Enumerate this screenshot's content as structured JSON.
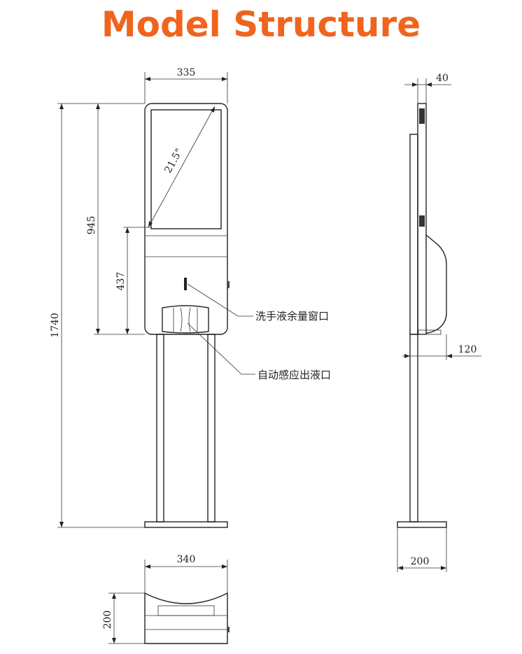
{
  "title": "Model Structure",
  "dimensions": {
    "front_width": "335",
    "total_height": "1740",
    "screen_top_height": "945",
    "dispenser_height": "437",
    "screen_diagonal": "21.5\"",
    "side_depth": "40",
    "side_dispenser_depth": "120",
    "side_base_width": "200",
    "base_width": "340",
    "base_depth": "200"
  },
  "labels": {
    "liquid_window": "洗手液余量窗口",
    "sensor_outlet": "自动感应出液口"
  },
  "colors": {
    "title": "#f0641e",
    "line": "#222222"
  }
}
